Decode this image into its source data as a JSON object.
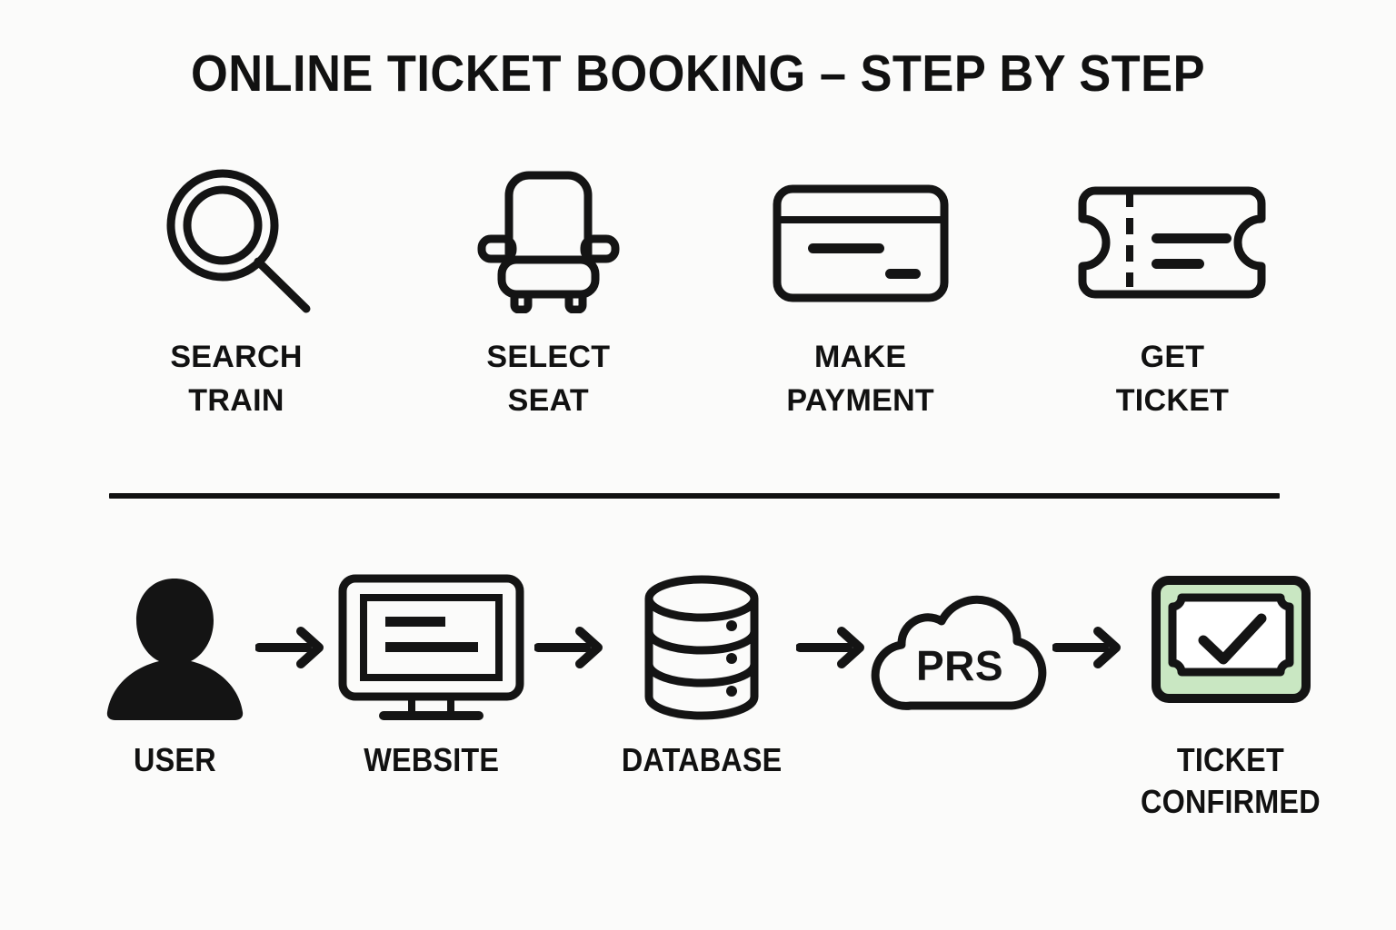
{
  "page": {
    "title": "ONLINE TICKET BOOKING – STEP BY STEP",
    "background_color": "#fbfbfa",
    "ink_color": "#111111",
    "accent_green": "#c9e7c2"
  },
  "steps": [
    {
      "icon": "magnifying-glass-icon",
      "label": "SEARCH\nTRAIN"
    },
    {
      "icon": "seat-icon",
      "label": "SELECT\nSEAT"
    },
    {
      "icon": "credit-card-icon",
      "label": "MAKE\nPAYMENT"
    },
    {
      "icon": "ticket-icon",
      "label": "GET\nTICKET"
    }
  ],
  "flow": {
    "nodes": [
      {
        "icon": "user-silhouette-icon",
        "label": "USER"
      },
      {
        "icon": "monitor-icon",
        "label": "WEBSITE"
      },
      {
        "icon": "database-cylinder-icon",
        "label": "DATABASE"
      },
      {
        "icon": "cloud-icon",
        "label": "",
        "inner_text": "PRS"
      },
      {
        "icon": "ticket-check-icon",
        "label": "TICKET\nCONFIRMED"
      }
    ],
    "arrow_icon": "arrow-right-icon",
    "arrow_count": 4
  }
}
